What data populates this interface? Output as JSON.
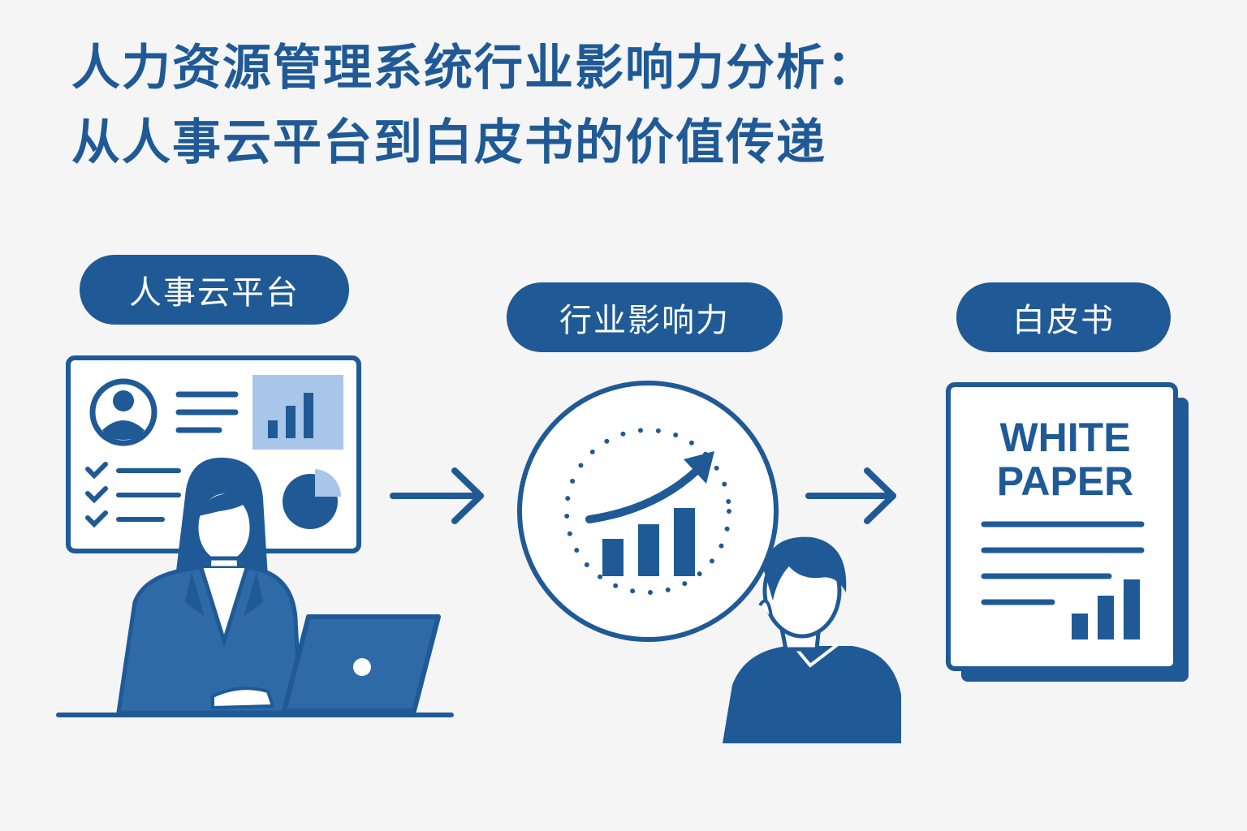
{
  "title": {
    "line1": "人力资源管理系统行业影响力分析：",
    "line2": "从人事云平台到白皮书的价值传递"
  },
  "stages": [
    {
      "label": "人事云平台"
    },
    {
      "label": "行业影响力"
    },
    {
      "label": "白皮书"
    }
  ],
  "whitepaper": {
    "line1": "WHITE",
    "line2": "PAPER"
  },
  "colors": {
    "primary": "#1f5a96",
    "light": "#a8c6e8",
    "background": "#f5f5f5"
  },
  "icons": [
    "user-avatar-icon",
    "bar-chart-icon",
    "checklist-icon",
    "pie-chart-icon",
    "growth-chart-icon",
    "arrow-right-icon",
    "laptop-icon"
  ]
}
